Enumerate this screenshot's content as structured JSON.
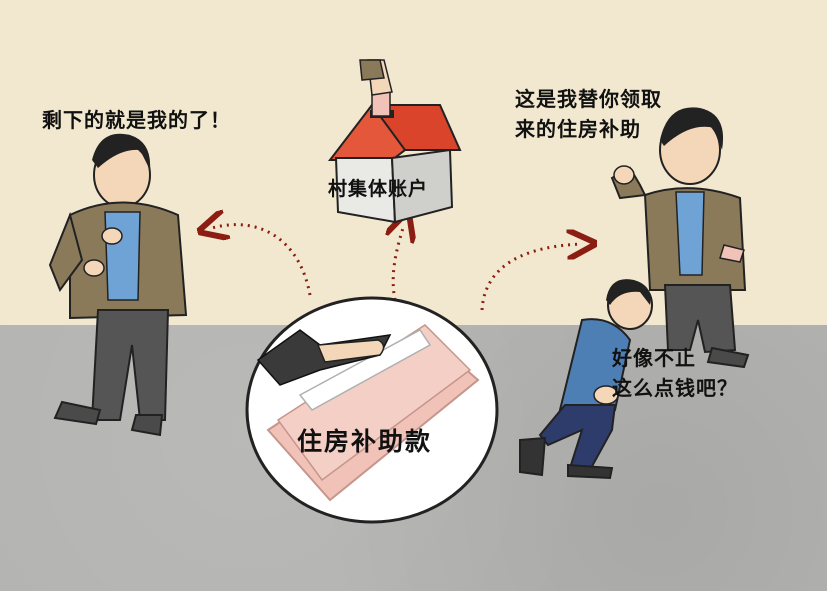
{
  "captions": {
    "left_speech": "剩下的就是我的了！",
    "right_speech_line1": "这是我替你领取",
    "right_speech_line2": "来的住房补助",
    "child_speech_line1": "好像不止",
    "child_speech_line2": "这么点钱吧？"
  },
  "labels": {
    "house": "村集体账户",
    "money": "住房补助款"
  },
  "colors": {
    "wall": "#f1e8cf",
    "floor": "#b3b3b1",
    "arrow": "#8b1d12",
    "roof": "#d9442a",
    "money_pink": "#f0c2b8",
    "jacket": "#8a7a5a",
    "shirt_blue": "#6fa3d6",
    "child_shirt": "#4d7fb5",
    "pants": "#555555"
  }
}
